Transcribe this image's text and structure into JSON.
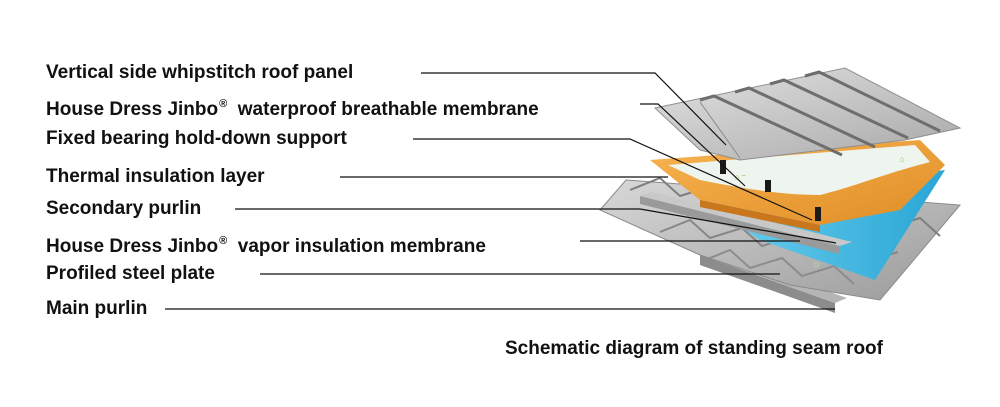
{
  "labels": [
    {
      "text": "Vertical side whipstitch roof panel",
      "mark": ""
    },
    {
      "text": "House Dress Jinbo",
      "mark": "®",
      "rest": "waterproof breathable membrane"
    },
    {
      "text": "Fixed bearing hold-down support",
      "mark": ""
    },
    {
      "text": "Thermal insulation layer",
      "mark": ""
    },
    {
      "text": "Secondary purlin",
      "mark": ""
    },
    {
      "text": "House Dress Jinbo",
      "mark": "®",
      "rest": "vapor insulation membrane"
    },
    {
      "text": "Profiled steel plate",
      "mark": ""
    },
    {
      "text": "Main purlin",
      "mark": ""
    }
  ],
  "caption": "Schematic diagram of standing seam roof",
  "colors": {
    "insulation": "#f0a43c",
    "vapor_membrane": "#3fb6dc",
    "waterproof_membrane": "#eef4ee",
    "roof_panel": "#c9c9c9",
    "steel_plate": "#bdbdbd",
    "leader_line": "#111111"
  }
}
